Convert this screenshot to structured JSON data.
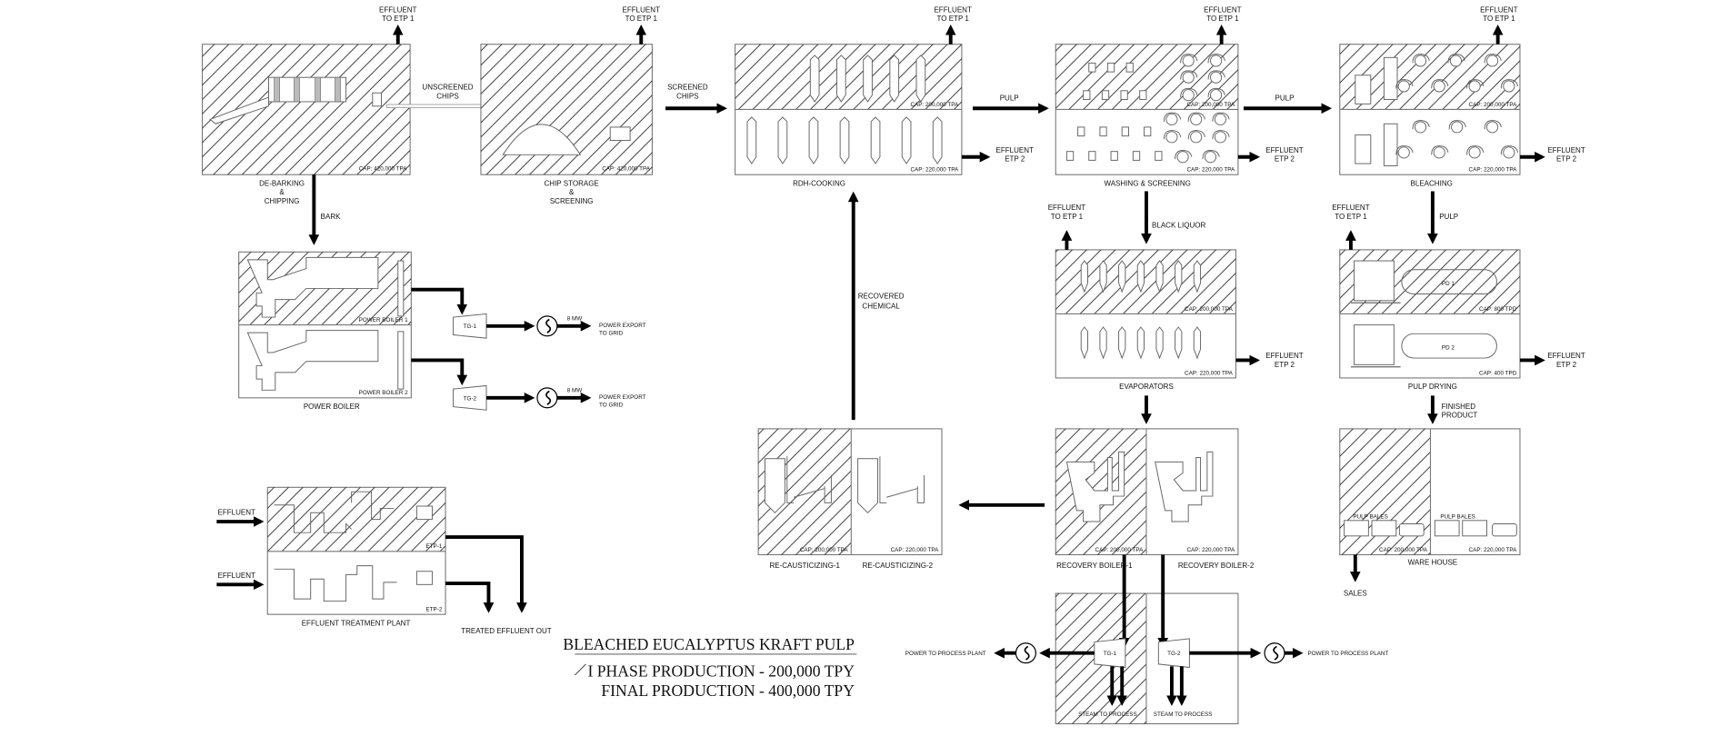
{
  "common": {
    "effluent_etp1": [
      "EFFLUENT",
      "TO ETP 1"
    ],
    "effluent_etp2": [
      "EFFLUENT",
      "ETP 2"
    ],
    "cap_200k": "CAP: 200,000 TPA",
    "cap_220k": "CAP: 220,000 TPA",
    "cap_420k": "CAP: 420,000 TPA"
  },
  "flows": {
    "unscreened_chips": [
      "UNSCREENED",
      "CHIPS"
    ],
    "screened_chips": [
      "SCREENED",
      "CHIPS"
    ],
    "pulp": "PULP",
    "bark": "BARK",
    "black_liquor": "BLACK LIQUOR",
    "recovered_chemical": [
      "RECOVERED",
      "CHEMICAL"
    ],
    "finished_product": [
      "FINISHED",
      "PRODUCT"
    ],
    "sales": "SALES",
    "effluent": "EFFLUENT",
    "treated_effluent_out": "TREATED EFFLUENT OUT",
    "power_export": [
      "POWER EXPORT",
      "TO GRID"
    ],
    "power_output": "8 MW",
    "power_to_process": "POWER TO PROCESS PLANT",
    "steam_to_process": "STEAM TO PROCESS"
  },
  "units": {
    "debarking": {
      "label": [
        "DE-BARKING",
        "&",
        "CHIPPING"
      ]
    },
    "chip_storage": {
      "label": [
        "CHIP STORAGE",
        "&",
        "SCREENING"
      ]
    },
    "rdh_cooking": {
      "label": "RDH-COOKING"
    },
    "washing": {
      "label": "WASHING & SCREENING"
    },
    "bleaching": {
      "label": "BLEACHING"
    },
    "evaporators": {
      "label": "EVAPORATORS"
    },
    "pulp_drying": {
      "label": "PULP DRYING",
      "pd1": "PD 1",
      "pd2": "PD 2",
      "cap1": "CAP: 800 TPD",
      "cap2": "CAP: 400 TPD"
    },
    "warehouse": {
      "label": "WARE HOUSE",
      "bales": "PULP BALES"
    },
    "recovery_boiler": {
      "label1": "RECOVERY BOILER-1",
      "label2": "RECOVERY BOILER-2"
    },
    "recausticizing": {
      "label1": "RE-CAUSTICIZING-1",
      "label2": "RE-CAUSTICIZING-2"
    },
    "power_boiler": {
      "label": "POWER BOILER",
      "pb1": "POWER BOILER 1",
      "pb2": "POWER BOILER 2",
      "tg1": "TG-1",
      "tg2": "TG-2"
    },
    "etp": {
      "label": "EFFLUENT TREATMENT PLANT",
      "etp1": "ETP-1",
      "etp2": "ETP-2"
    },
    "turbines": {
      "tg1": "TG-1",
      "tg2": "TG-2"
    }
  },
  "legend": {
    "title": "BLEACHED EUCALYPTUS KRAFT PULP",
    "phase1": "I PHASE PRODUCTION - 200,000 TPY",
    "final": "FINAL PRODUCTION - 400,000 TPY"
  },
  "colors": {
    "line": "#000000",
    "box_border": "#777777",
    "equipment": "#666666"
  }
}
